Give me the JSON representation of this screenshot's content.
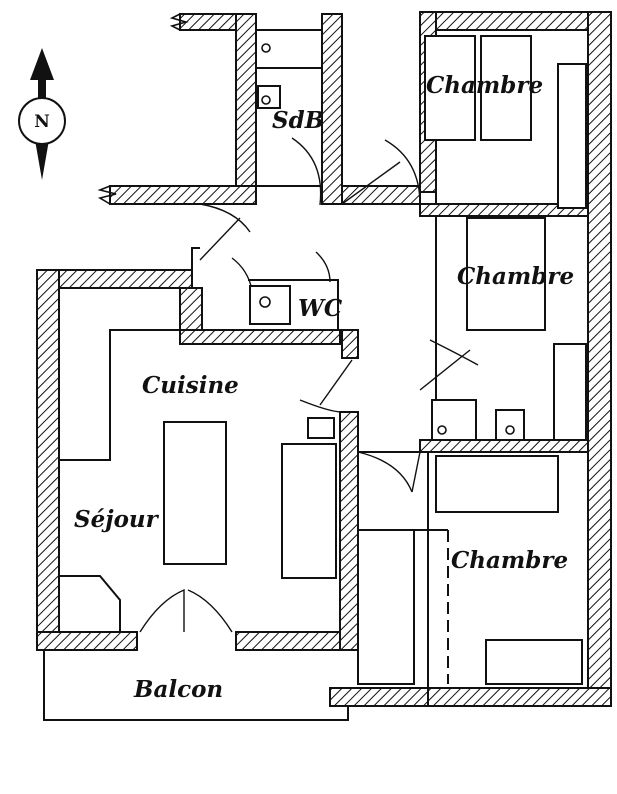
{
  "compass": {
    "letter": "N"
  },
  "rooms": {
    "bedroom_top": "Chambre",
    "bathroom": "SdB",
    "bedroom_middle": "Chambre",
    "wc": "WC",
    "kitchen": "Cuisine",
    "living": "Séjour",
    "bedroom_bottom": "Chambre",
    "balcony": "Balcon"
  },
  "colors": {
    "ink": "#111111",
    "paper": "#ffffff"
  }
}
